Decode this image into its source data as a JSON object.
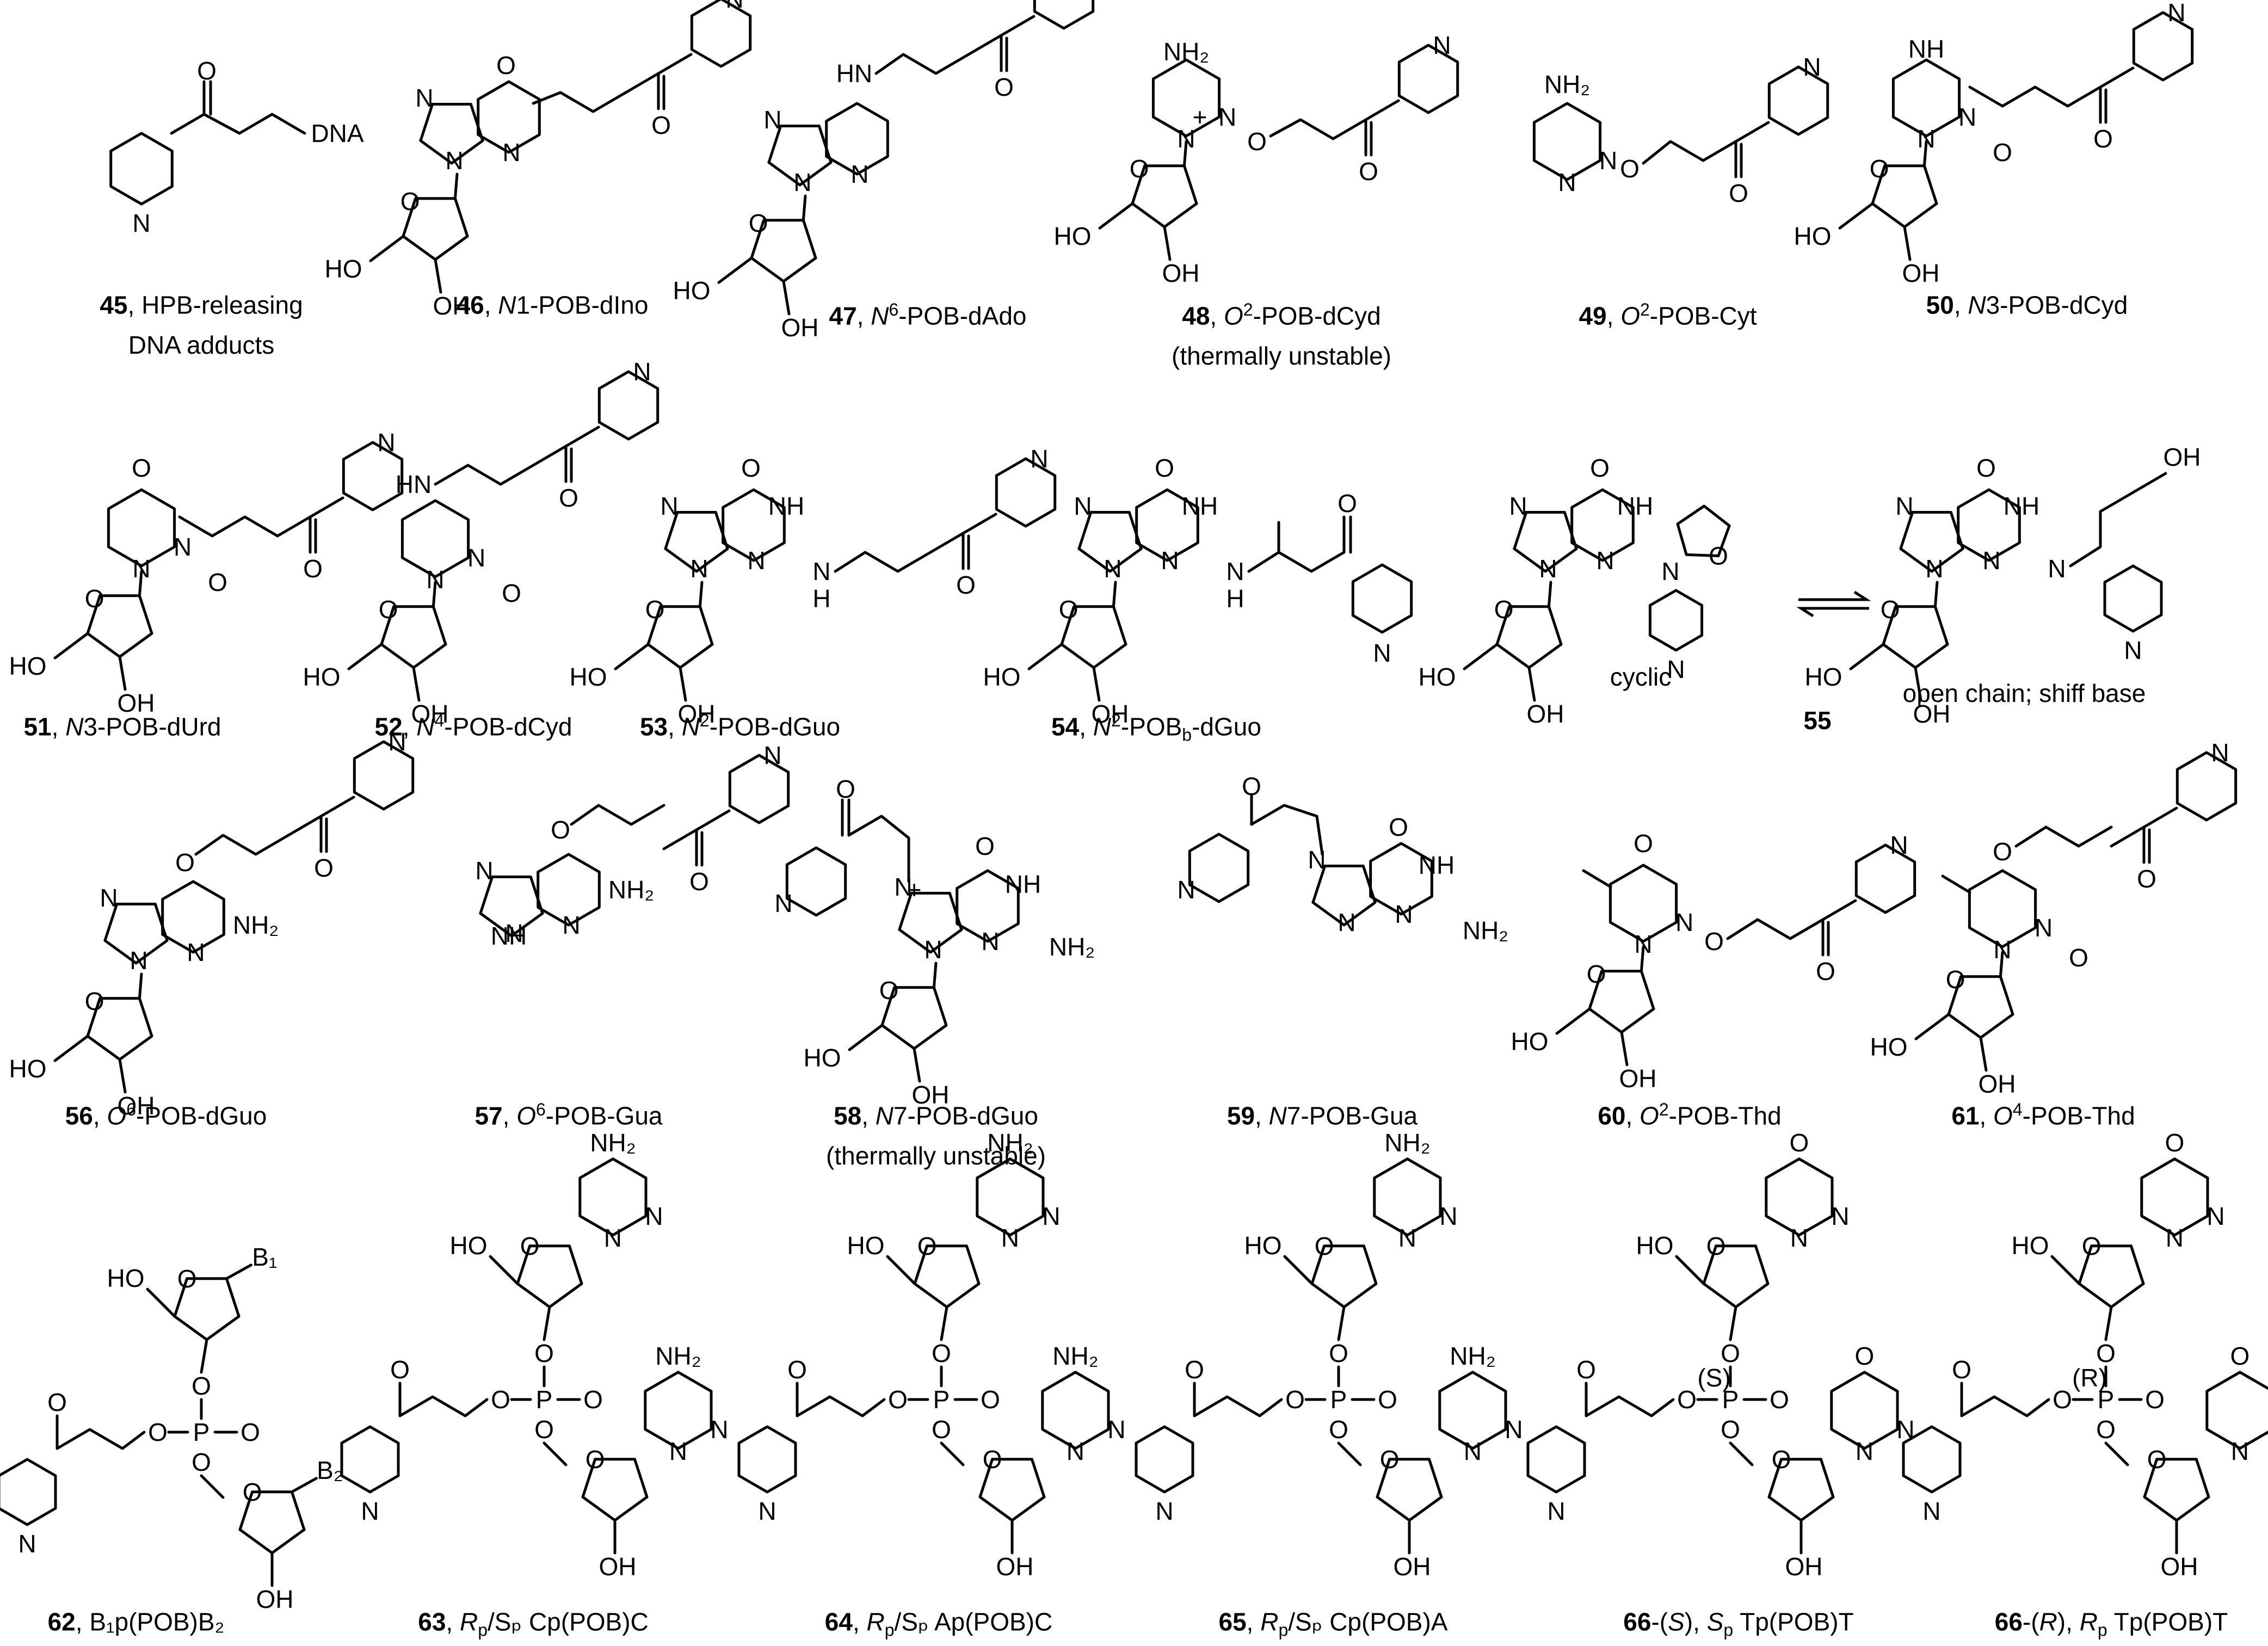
{
  "compounds": [
    {
      "id": "45",
      "num": "45",
      "pre": "",
      "ital": "",
      "sup": "",
      "mid": "HPB-releasing",
      "ital2": "",
      "sub": "",
      "tail": "",
      "line2": "DNA adducts"
    },
    {
      "id": "46",
      "num": "46",
      "pre": "",
      "ital": "N",
      "sup": "",
      "mid": "1-POB-dIno",
      "ital2": "",
      "sub": "",
      "tail": "",
      "line2": ""
    },
    {
      "id": "47",
      "num": "47",
      "pre": "",
      "ital": "N",
      "sup": "6",
      "mid": "-POB-dAdo",
      "ital2": "",
      "sub": "",
      "tail": "",
      "line2": ""
    },
    {
      "id": "48",
      "num": "48",
      "pre": "",
      "ital": "O",
      "sup": "2",
      "mid": "-POB-dCyd",
      "ital2": "",
      "sub": "",
      "tail": "",
      "line2": "(thermally unstable)"
    },
    {
      "id": "49",
      "num": "49",
      "pre": "",
      "ital": "O",
      "sup": "2",
      "mid": "-POB-Cyt",
      "ital2": "",
      "sub": "",
      "tail": "",
      "line2": ""
    },
    {
      "id": "50",
      "num": "50",
      "pre": "",
      "ital": "N",
      "sup": "",
      "mid": "3-POB-dCyd",
      "ital2": "",
      "sub": "",
      "tail": "",
      "line2": ""
    },
    {
      "id": "51",
      "num": "51",
      "pre": "",
      "ital": "N",
      "sup": "",
      "mid": "3-POB-dUrd",
      "ital2": "",
      "sub": "",
      "tail": "",
      "line2": ""
    },
    {
      "id": "52",
      "num": "52",
      "pre": "",
      "ital": "N",
      "sup": "4",
      "mid": "-POB-dCyd",
      "ital2": "",
      "sub": "",
      "tail": "",
      "line2": ""
    },
    {
      "id": "53",
      "num": "53",
      "pre": "",
      "ital": "N",
      "sup": "2",
      "mid": "-POB-dGuo",
      "ital2": "",
      "sub": "",
      "tail": "",
      "line2": ""
    },
    {
      "id": "54",
      "num": "54",
      "pre": "",
      "ital": "N",
      "sup": "2",
      "mid": "-POB",
      "ital2": "",
      "sub": "b",
      "tail": "-dGuo",
      "line2": ""
    },
    {
      "id": "55",
      "num": "55",
      "pre": "",
      "ital": "",
      "sup": "",
      "mid": "",
      "ital2": "",
      "sub": "",
      "tail": "",
      "line2": ""
    },
    {
      "id": "56",
      "num": "56",
      "pre": "",
      "ital": "O",
      "sup": "6",
      "mid": "-POB-dGuo",
      "ital2": "",
      "sub": "",
      "tail": "",
      "line2": ""
    },
    {
      "id": "57",
      "num": "57",
      "pre": "",
      "ital": "O",
      "sup": "6",
      "mid": "-POB-Gua",
      "ital2": "",
      "sub": "",
      "tail": "",
      "line2": ""
    },
    {
      "id": "58",
      "num": "58",
      "pre": "",
      "ital": "N",
      "sup": "",
      "mid": "7-POB-dGuo",
      "ital2": "",
      "sub": "",
      "tail": "",
      "line2": "(thermally unstable)"
    },
    {
      "id": "59",
      "num": "59",
      "pre": "",
      "ital": "N",
      "sup": "",
      "mid": "7-POB-Gua",
      "ital2": "",
      "sub": "",
      "tail": "",
      "line2": ""
    },
    {
      "id": "60",
      "num": "60",
      "pre": "",
      "ital": "O",
      "sup": "2",
      "mid": "-POB-Thd",
      "ital2": "",
      "sub": "",
      "tail": "",
      "line2": ""
    },
    {
      "id": "61",
      "num": "61",
      "pre": "",
      "ital": "O",
      "sup": "4",
      "mid": "-POB-Thd",
      "ital2": "",
      "sub": "",
      "tail": "",
      "line2": ""
    },
    {
      "id": "62",
      "num": "62",
      "pre": "",
      "ital": "",
      "sup": "",
      "mid": "B₁p(POB)B₂",
      "ital2": "",
      "sub": "",
      "tail": "",
      "line2": ""
    },
    {
      "id": "63",
      "num": "63",
      "pre": "",
      "ital": "R",
      "sup": "",
      "mid": "",
      "ital2": "",
      "sub": "p",
      "tail": "/Sₚ Cp(POB)C",
      "line2": ""
    },
    {
      "id": "64",
      "num": "64",
      "pre": "",
      "ital": "R",
      "sup": "",
      "mid": "",
      "ital2": "",
      "sub": "p",
      "tail": "/Sₚ Ap(POB)C",
      "line2": ""
    },
    {
      "id": "65",
      "num": "65",
      "pre": "",
      "ital": "R",
      "sup": "",
      "mid": "",
      "ital2": "",
      "sub": "p",
      "tail": "/Sₚ Cp(POB)A",
      "line2": ""
    },
    {
      "id": "66s",
      "num": "66",
      "pre": "-(",
      "ital": "S",
      "sup": "",
      "mid": "), ",
      "ital2": "S",
      "sub": "p",
      "tail": " Tp(POB)T",
      "line2": ""
    },
    {
      "id": "66r",
      "num": "66",
      "pre": "-(",
      "ital": "R",
      "sup": "",
      "mid": "), ",
      "ital2": "R",
      "sub": "p",
      "tail": " Tp(POB)T",
      "line2": ""
    }
  ],
  "labels": {
    "dna": "DNA",
    "cyclic": "cyclic",
    "open_chain": "open chain; shiff base",
    "charge": "+",
    "atoms": {
      "N": "N",
      "O": "O",
      "NH": "NH",
      "HN": "HN",
      "HO": "HO",
      "OH": "OH",
      "NH2": "NH₂",
      "P": "P",
      "B1": "B₁",
      "B2": "B₂",
      "S": "(S)",
      "R": "(R)"
    }
  }
}
